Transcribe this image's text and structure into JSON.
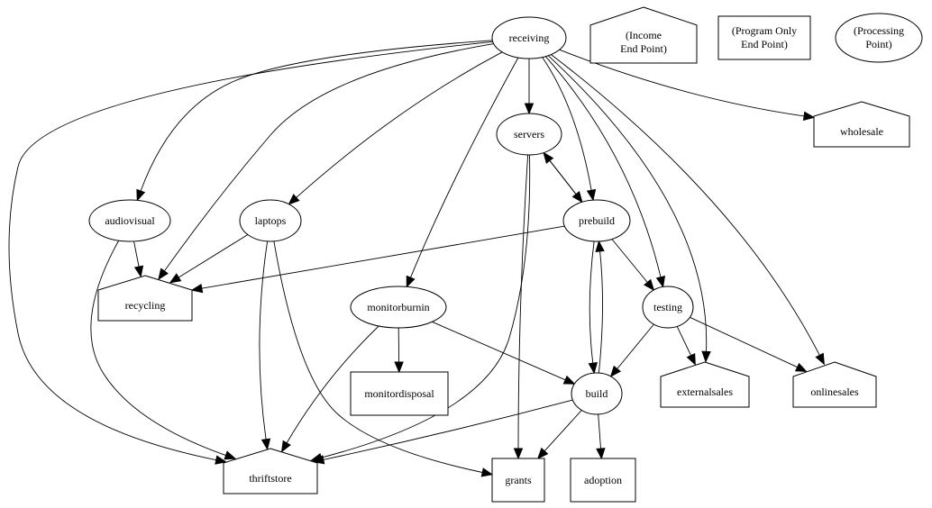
{
  "diagram": {
    "type": "directed-graph",
    "nodes": [
      {
        "id": "receiving",
        "label": "receiving",
        "kind": "processing"
      },
      {
        "id": "servers",
        "label": "servers",
        "kind": "processing"
      },
      {
        "id": "prebuild",
        "label": "prebuild",
        "kind": "processing"
      },
      {
        "id": "audiovisual",
        "label": "audiovisual",
        "kind": "processing"
      },
      {
        "id": "laptops",
        "label": "laptops",
        "kind": "processing"
      },
      {
        "id": "monitorburnin",
        "label": "monitorburnin",
        "kind": "processing"
      },
      {
        "id": "testing",
        "label": "testing",
        "kind": "processing"
      },
      {
        "id": "build",
        "label": "build",
        "kind": "processing"
      },
      {
        "id": "recycling",
        "label": "recycling",
        "kind": "income"
      },
      {
        "id": "wholesale",
        "label": "wholesale",
        "kind": "income"
      },
      {
        "id": "externalsales",
        "label": "externalsales",
        "kind": "income"
      },
      {
        "id": "onlinesales",
        "label": "onlinesales",
        "kind": "income"
      },
      {
        "id": "thriftstore",
        "label": "thriftstore",
        "kind": "income"
      },
      {
        "id": "monitordisposal",
        "label": "monitordisposal",
        "kind": "program"
      },
      {
        "id": "grants",
        "label": "grants",
        "kind": "program"
      },
      {
        "id": "adoption",
        "label": "adoption",
        "kind": "program"
      }
    ],
    "edges": [
      [
        "receiving",
        "servers"
      ],
      [
        "receiving",
        "audiovisual"
      ],
      [
        "receiving",
        "laptops"
      ],
      [
        "receiving",
        "recycling"
      ],
      [
        "receiving",
        "thriftstore"
      ],
      [
        "receiving",
        "monitorburnin"
      ],
      [
        "receiving",
        "prebuild"
      ],
      [
        "receiving",
        "testing"
      ],
      [
        "receiving",
        "externalsales"
      ],
      [
        "receiving",
        "onlinesales"
      ],
      [
        "receiving",
        "wholesale"
      ],
      [
        "servers",
        "prebuild"
      ],
      [
        "prebuild",
        "servers"
      ],
      [
        "servers",
        "grants"
      ],
      [
        "servers",
        "thriftstore"
      ],
      [
        "prebuild",
        "recycling"
      ],
      [
        "prebuild",
        "testing"
      ],
      [
        "prebuild",
        "build"
      ],
      [
        "build",
        "prebuild"
      ],
      [
        "audiovisual",
        "recycling"
      ],
      [
        "audiovisual",
        "thriftstore"
      ],
      [
        "laptops",
        "recycling"
      ],
      [
        "laptops",
        "thriftstore"
      ],
      [
        "laptops",
        "grants"
      ],
      [
        "monitorburnin",
        "monitordisposal"
      ],
      [
        "monitorburnin",
        "build"
      ],
      [
        "monitorburnin",
        "thriftstore"
      ],
      [
        "testing",
        "build"
      ],
      [
        "testing",
        "externalsales"
      ],
      [
        "testing",
        "onlinesales"
      ],
      [
        "build",
        "grants"
      ],
      [
        "build",
        "adoption"
      ],
      [
        "build",
        "thriftstore"
      ]
    ],
    "legend": [
      {
        "kind": "income",
        "label_line1": "(Income",
        "label_line2": "End Point)"
      },
      {
        "kind": "program",
        "label_line1": "(Program Only",
        "label_line2": "End Point)"
      },
      {
        "kind": "processing",
        "label_line1": "(Processing",
        "label_line2": "Point)"
      }
    ]
  }
}
